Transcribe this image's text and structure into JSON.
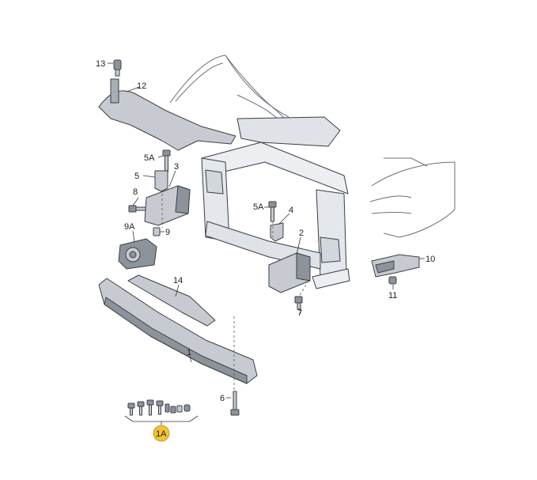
{
  "labels": {
    "l13": "13",
    "l12": "12",
    "l5a_top": "5A",
    "l5": "5",
    "l3": "3",
    "l8": "8",
    "l9": "9",
    "l9a": "9A",
    "l5a_right": "5A",
    "l4": "4",
    "l2": "2",
    "l10": "10",
    "l11": "11",
    "l7": "7",
    "l14": "14",
    "l1": "1",
    "l6": "6",
    "l1a": "1A"
  },
  "colors": {
    "part_fill": "#c7cbd1",
    "part_dark": "#8d939b",
    "highlight": "#f2c330",
    "body_fill": "#f3f4f6"
  }
}
